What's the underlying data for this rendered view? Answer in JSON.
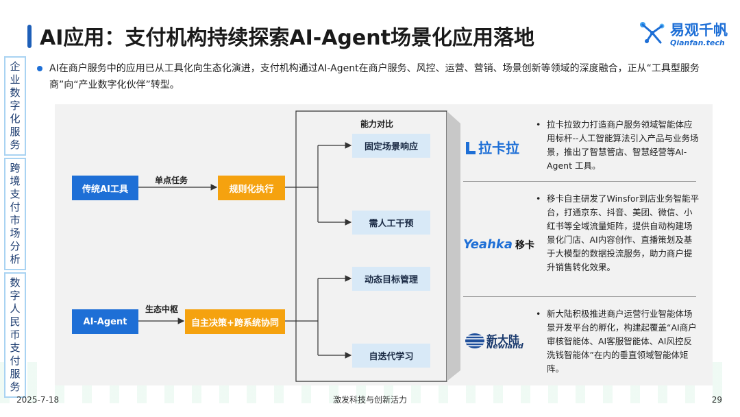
{
  "title": "AI应用：支付机构持续探索AI-Agent场景化应用落地",
  "logo": {
    "name": "易观千帆",
    "sub": "Qianfan.tech"
  },
  "side_nav": [
    {
      "label": "企业数字化服务"
    },
    {
      "label": "跨境支付市场分析"
    },
    {
      "label": "数字人民币支付服务"
    }
  ],
  "intro": "AI在商户服务中的应用已从工具化向生态化演进，支付机构通过AI-Agent在商户服务、风控、运营、营销、场景创新等领域的深度融合，正从“工具型服务商”向“产业数字化伙伴”转型。",
  "diagram": {
    "compare_title": "能力对比",
    "traditional": {
      "label": "传统AI工具",
      "link": "单点任务",
      "mode": "规则化执行",
      "caps": [
        "固定场景响应",
        "需人工干预"
      ]
    },
    "agent": {
      "label": "AI-Agent",
      "link": "生态中枢",
      "mode": "自主决策+跨系统协同",
      "caps": [
        "动态目标管理",
        "自迭代学习"
      ]
    }
  },
  "brands": [
    {
      "logo": "拉卡拉",
      "bullet": "•",
      "text": "拉卡拉致力打造商户服务领域智能体应用标杆--人工智能算法引入产品与业务场景，推出了智慧管店、智慧经营等AI-Agent 工具。"
    },
    {
      "logo_en": "Yeahka",
      "logo_cn": "移卡",
      "bullet": "•",
      "text": "移卡自主研发了Winsfor到店业务智能平台，打通京东、抖音、美团、微信、小红书等全域流量矩阵，提供自动构建场景化门店、AI内容创作、直播策划及基于大模型的数据投流服务，助力商户提升销售转化效果。"
    },
    {
      "logo_cn": "新大陆",
      "logo_en": "Newland",
      "bullet": "•",
      "text": "新大陆积极推进商户运营行业智能体场景开发平台的孵化，构建起覆盖“AI商户审核智能体、AI客服智能体、AI风控反洗钱智能体”在内的垂直领域智能体矩阵。"
    }
  ],
  "footer": {
    "date": "2025-7-18",
    "slogan": "激发科技与创新活力",
    "page": "29"
  },
  "colors": {
    "blue": "#1e6fd6",
    "orange": "#f5a20f",
    "light_blue": "#d8e9f7",
    "panel": "#f2f2f2"
  }
}
